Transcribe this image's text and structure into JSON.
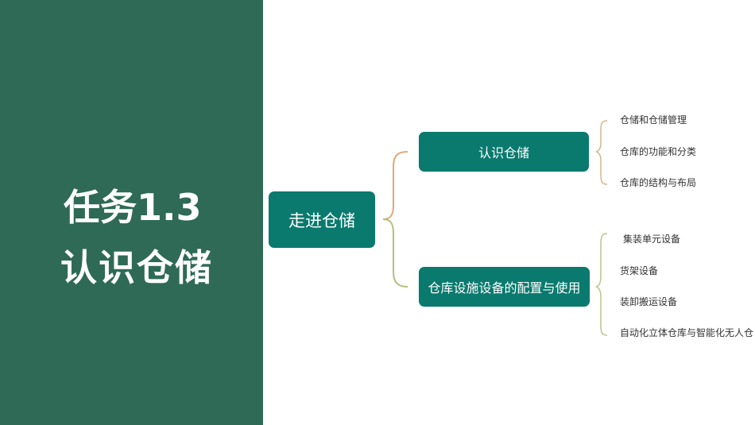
{
  "title": {
    "line1": "任务1.3",
    "line2": "认识仓储"
  },
  "diagram": {
    "root": {
      "label": "走进仓储"
    },
    "branches": [
      {
        "label": "认识仓储",
        "children": [
          "仓储和仓储管理",
          "仓库的功能和分类",
          "仓库的结构与布局"
        ]
      },
      {
        "label": "仓库设施设备的配置与使用",
        "children": [
          "集装单元设备",
          "货架设备",
          "装卸搬运设备",
          "自动化立体仓库与智能化无人仓"
        ]
      }
    ]
  },
  "colors": {
    "panel": "#2f6a57",
    "node": "#0a7a6e",
    "brace_upper": "#e0a878",
    "brace_lower": "#b2c07a"
  }
}
